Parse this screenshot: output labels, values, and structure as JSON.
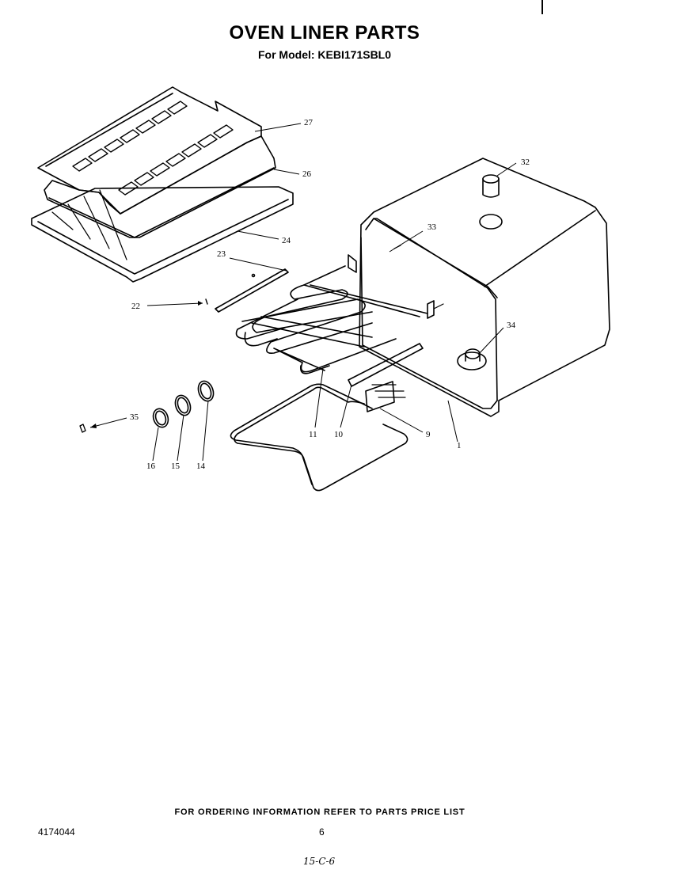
{
  "header": {
    "title": "OVEN LINER PARTS",
    "model_line": "For Model: KEBI171SBL0"
  },
  "callouts": {
    "c27": "27",
    "c26": "26",
    "c24": "24",
    "c23": "23",
    "c22": "22",
    "c32": "32",
    "c33": "33",
    "c34": "34",
    "c35": "35",
    "c16": "16",
    "c15": "15",
    "c14": "14",
    "c11": "11",
    "c10": "10",
    "c9": "9",
    "c1": "1"
  },
  "footer": {
    "ordering_info": "FOR ORDERING INFORMATION REFER TO PARTS PRICE LIST",
    "doc_number": "4174044",
    "page_number": "6",
    "handwritten_note": "15-C-6"
  }
}
